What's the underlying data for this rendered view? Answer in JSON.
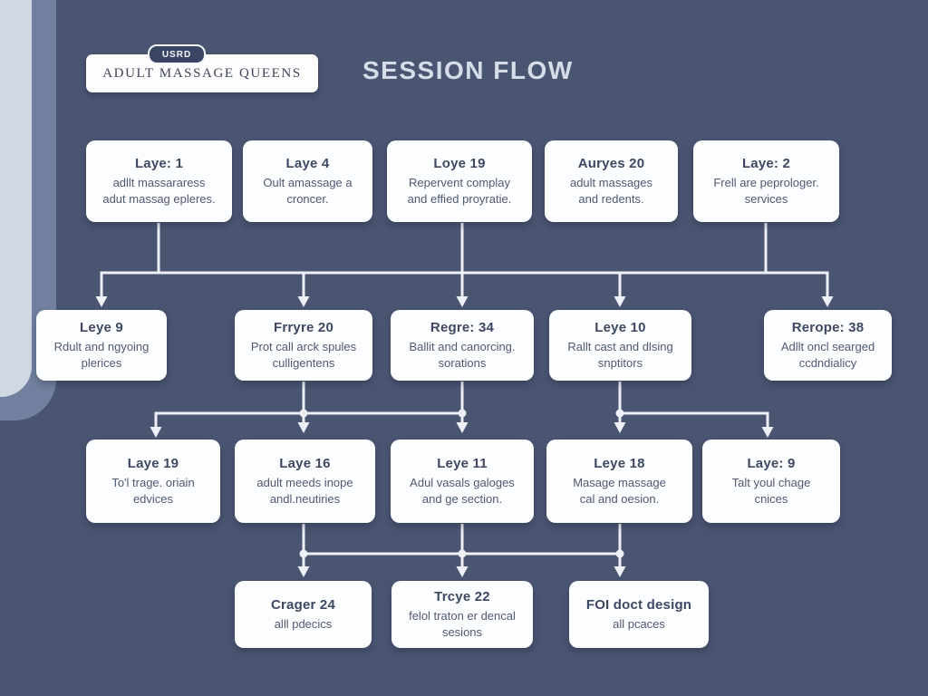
{
  "header": {
    "title": "SESSION FLOW",
    "brand": "ADULT MASSAGE QUEENS",
    "badge": "USRD"
  },
  "colors": {
    "background": "#4a5572",
    "node_background": "#fcfdfe",
    "connector": "#edf0f6",
    "heading_text": "#3d4962",
    "body_text": "#4e5973",
    "title_text": "#d7dde8",
    "decor_light": "#d0d8e4",
    "decor_mid": "#71809e",
    "badge_background": "#3a4564"
  },
  "rows": [
    {
      "boxes": [
        {
          "title": "Laye: 1",
          "line1": "adllt massararess",
          "line2": "adut massag epleres."
        },
        {
          "title": "Laye 4",
          "line1": "Oult amassage a",
          "line2": "croncer."
        },
        {
          "title": "Loye 19",
          "line1": "Repervent complay",
          "line2": "and effied proyratie."
        },
        {
          "title": "Auryes 20",
          "line1": "adult massages",
          "line2": "and redents."
        },
        {
          "title": "Laye: 2",
          "line1": "Frell are peprologer.",
          "line2": "services"
        }
      ]
    },
    {
      "boxes": [
        {
          "title": "Leye 9",
          "line1": "Rdult and ngyoing",
          "line2": "plerices"
        },
        {
          "title": "Frryre 20",
          "line1": "Prot call arck spules",
          "line2": "culligentens"
        },
        {
          "title": "Regre: 34",
          "line1": "Ballit and canorcing.",
          "line2": "sorations"
        },
        {
          "title": "Leye 10",
          "line1": "Rallt cast and dlsing",
          "line2": "snptitors"
        },
        {
          "title": "Rerope: 38",
          "line1": "Adllt oncl searged",
          "line2": "ccdndialicy"
        }
      ]
    },
    {
      "boxes": [
        {
          "title": "Laye 19",
          "line1": "To'l trage. oriain",
          "line2": "edvices"
        },
        {
          "title": "Laye 16",
          "line1": "adult meeds inope",
          "line2": "andl.neutiries"
        },
        {
          "title": "Leye 11",
          "line1": "Adul vasals galoges",
          "line2": "and ge section."
        },
        {
          "title": "Leye 18",
          "line1": "Masage massage",
          "line2": "cal and oesion."
        },
        {
          "title": "Laye: 9",
          "line1": "Talt youl chage",
          "line2": "cnices"
        }
      ]
    },
    {
      "boxes": [
        {
          "title": "Crager 24",
          "line1": "alll pdecics",
          "line2": ""
        },
        {
          "title": "Trcye 22",
          "line1": "felol traton er dencal",
          "line2": "sesions"
        },
        {
          "title": "FOI doct design",
          "line1": "all pcaces",
          "line2": ""
        }
      ]
    }
  ]
}
